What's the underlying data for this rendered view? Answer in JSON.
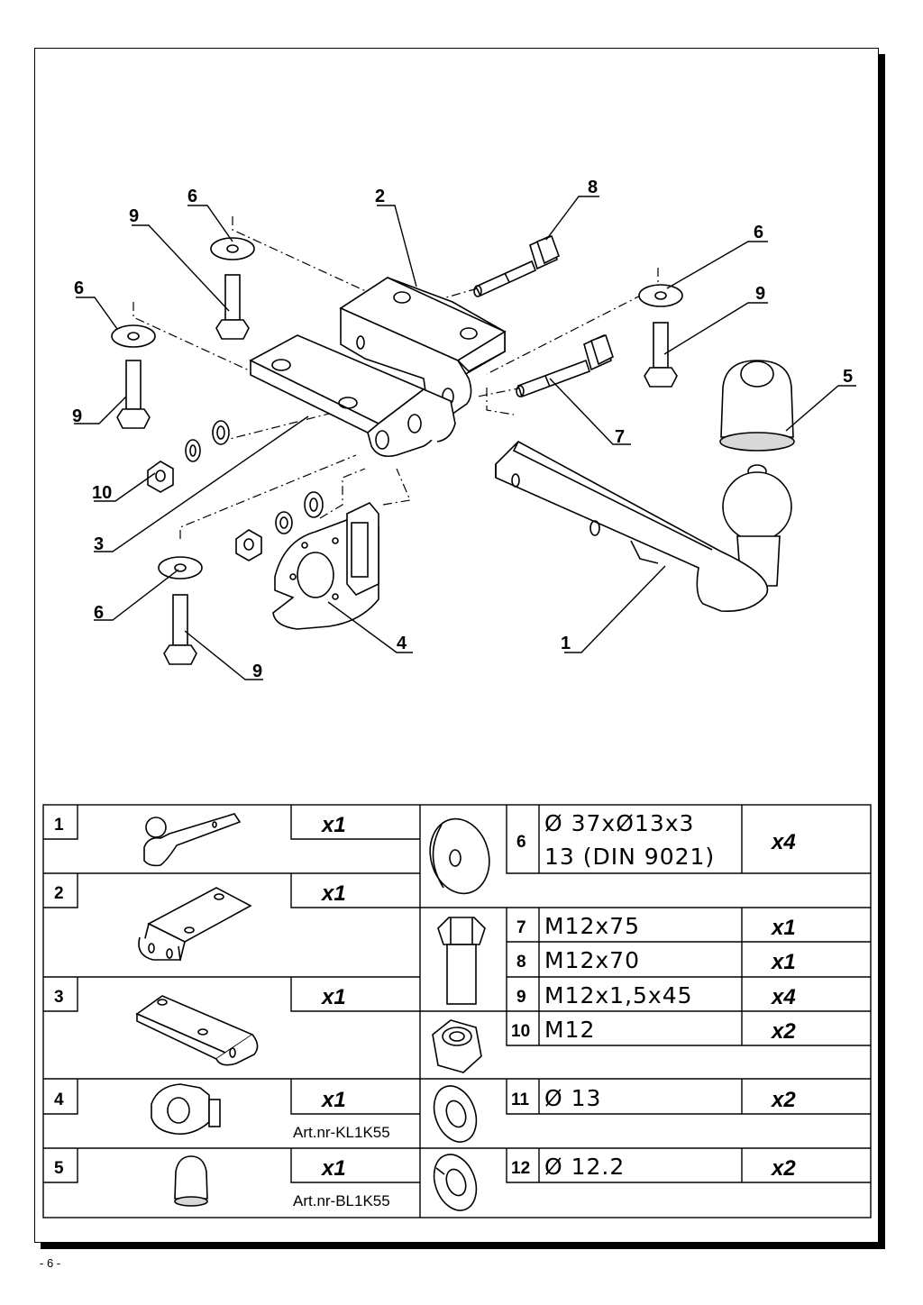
{
  "page_number": "- 6 -",
  "callouts": {
    "c1": "1",
    "c2": "2",
    "c3": "3",
    "c4": "4",
    "c5": "5",
    "c6a": "6",
    "c6b": "6",
    "c6c": "6",
    "c6d": "6",
    "c7": "7",
    "c8": "8",
    "c9a": "9",
    "c9b": "9",
    "c9c": "9",
    "c9d": "9",
    "c10": "10"
  },
  "parts_left": [
    {
      "number": "1",
      "qty": "x1",
      "article": ""
    },
    {
      "number": "2",
      "qty": "x1",
      "article": ""
    },
    {
      "number": "3",
      "qty": "x1",
      "article": ""
    },
    {
      "number": "4",
      "qty": "x1",
      "article": "Art.nr-KL1K55"
    },
    {
      "number": "5",
      "qty": "x1",
      "article": "Art.nr-BL1K55"
    }
  ],
  "parts_right": [
    {
      "number": "6",
      "spec_line1": "Ø 37xØ13x3",
      "spec_line2": "13   (DIN 9021)",
      "qty": "x4"
    },
    {
      "number": "7",
      "spec": "M12x75",
      "qty": "x1"
    },
    {
      "number": "8",
      "spec": "M12x70",
      "qty": "x1"
    },
    {
      "number": "9",
      "spec": "M12x1,5x45",
      "qty": "x4"
    },
    {
      "number": "10",
      "spec": "M12",
      "qty": "x2"
    },
    {
      "number": "11",
      "spec": "Ø 13",
      "qty": "x2"
    },
    {
      "number": "12",
      "spec": "Ø 12.2",
      "qty": "x2"
    }
  ]
}
